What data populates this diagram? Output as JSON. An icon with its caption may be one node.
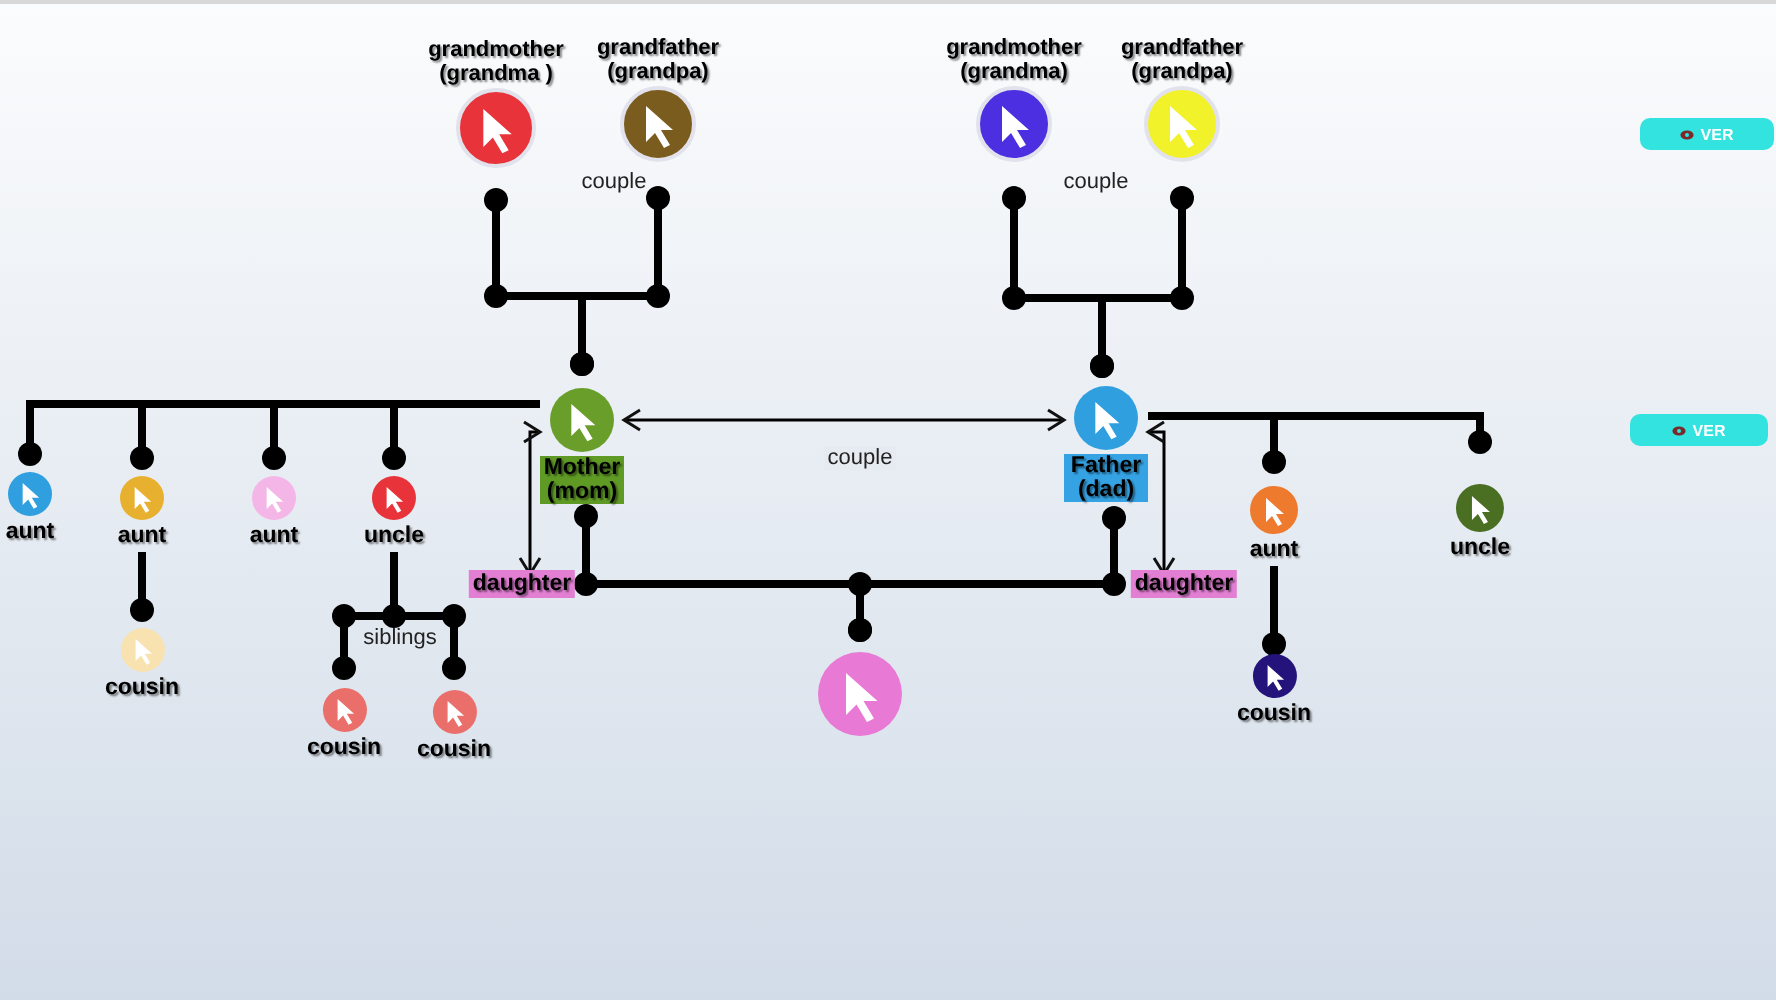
{
  "diagram": {
    "nodes": [
      {
        "text": [
          "grandmother (grandma )"
        ]
      },
      {
        "text": [
          "grandfather (grandpa)"
        ]
      },
      {
        "text": [
          "grandmother (grandma)"
        ]
      },
      {
        "text": [
          "grandfather (grandpa)"
        ]
      },
      {
        "text": [
          "Mother (mom)"
        ]
      },
      {
        "text": [
          "Father (dad)"
        ]
      },
      {
        "text": [
          "daughter"
        ]
      },
      {
        "text": [
          "daughter"
        ]
      },
      {
        "text": [],
        "shape": "circle"
      },
      {
        "text": [
          "aunt"
        ]
      },
      {
        "text": [
          "aunt"
        ]
      },
      {
        "text": [
          "aunt"
        ]
      },
      {
        "text": [
          "uncle"
        ]
      },
      {
        "text": [
          "cousin"
        ]
      },
      {
        "text": [
          "cousin"
        ]
      },
      {
        "text": [
          "cousin"
        ]
      },
      {
        "text": [
          "aunt"
        ]
      },
      {
        "text": [
          "uncle"
        ]
      },
      {
        "text": [
          "cousin"
        ]
      }
    ],
    "edges": [
      {
        "from": 0,
        "to": 4,
        "arrow": "other"
      },
      {
        "from": 1,
        "to": 4,
        "arrow": "other"
      },
      {
        "from": 2,
        "to": 5,
        "arrow": "other"
      },
      {
        "from": 3,
        "to": 5,
        "arrow": "other"
      },
      {
        "from": 4,
        "to": 9,
        "arrow": "other"
      },
      {
        "from": 4,
        "to": 10,
        "arrow": "other"
      },
      {
        "from": 4,
        "to": 11,
        "arrow": "other"
      },
      {
        "from": 4,
        "to": 12,
        "arrow": "other"
      },
      {
        "from": 10,
        "to": 13,
        "arrow": "other"
      },
      {
        "from": 12,
        "to": 14,
        "arrow": "other"
      },
      {
        "from": 12,
        "to": 15,
        "arrow": "other"
      },
      {
        "from": 5,
        "to": 16,
        "arrow": "other"
      },
      {
        "from": 5,
        "to": 17,
        "arrow": "other"
      },
      {
        "from": 16,
        "to": 18,
        "arrow": "other"
      },
      {
        "from": 4,
        "to": 8,
        "arrow": "other"
      },
      {
        "from": 5,
        "to": 8,
        "arrow": "other"
      },
      {
        "from": 4,
        "to": 6,
        "arrow": "both"
      },
      {
        "from": 5,
        "to": 7,
        "arrow": "both"
      },
      {
        "from": 4,
        "to": 5,
        "arrow": "both",
        "label": "couple"
      }
    ],
    "labels": [
      "VER",
      "couple",
      "couple",
      "VER",
      "siblings"
    ]
  }
}
